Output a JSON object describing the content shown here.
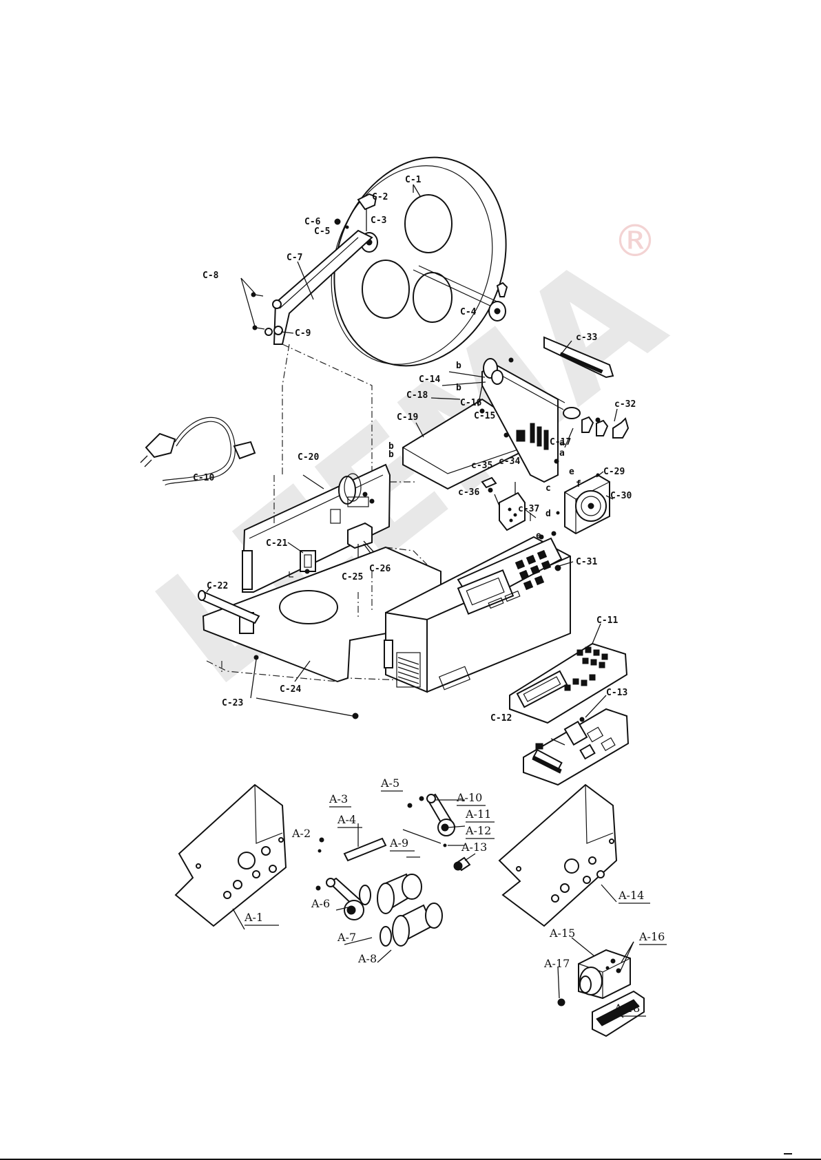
{
  "watermark": {
    "text": "LEEMA",
    "registered_mark": "®"
  },
  "diagram": {
    "c_labels": [
      "C-1",
      "C-2",
      "C-3",
      "C-4",
      "C-5",
      "C-6",
      "C-7",
      "C-8",
      "C-9",
      "C-10",
      "C-11",
      "C-12",
      "C-13",
      "C-14",
      "C-15",
      "C-16",
      "C-17",
      "C-18",
      "C-19",
      "C-20",
      "C-21",
      "C-22",
      "C-23",
      "C-24",
      "C-25",
      "C-26",
      "C-29",
      "C-30",
      "C-31",
      "c-32",
      "c-33",
      "c-34",
      "c-35",
      "c-36",
      "c-37"
    ],
    "a_labels": [
      "A-1",
      "A-2",
      "A-3",
      "A-4",
      "A-5",
      "A-6",
      "A-7",
      "A-8",
      "A-9",
      "A-10",
      "A-11",
      "A-12",
      "A-13",
      "A-14",
      "A-15",
      "A-16",
      "A-17",
      "A-18"
    ],
    "markers": [
      "b",
      "b",
      "b",
      "b",
      "a",
      "a",
      "e",
      "f",
      "c",
      "d",
      "e"
    ]
  }
}
